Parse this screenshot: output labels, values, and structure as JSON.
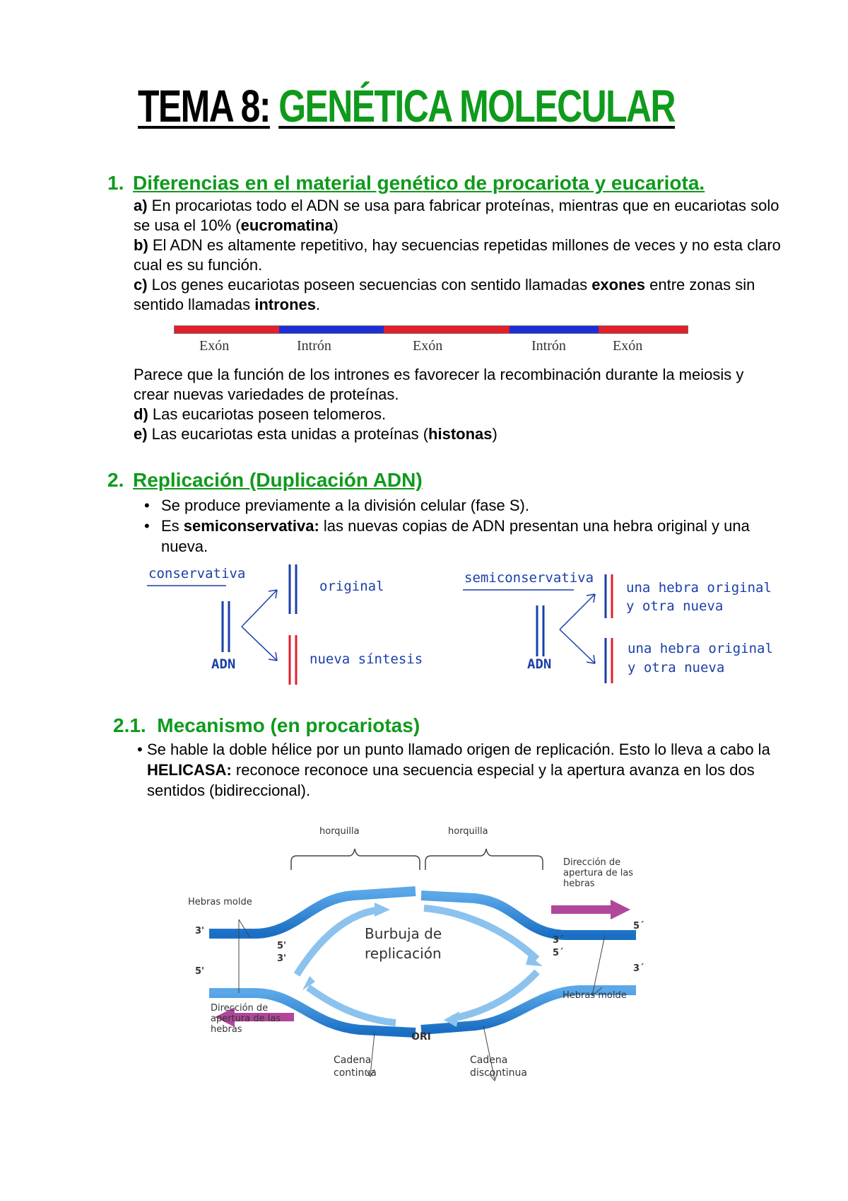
{
  "title": {
    "part1": "TEMA 8:",
    "part2": "GENÉTICA MOLECULAR"
  },
  "section1": {
    "number": "1.",
    "heading": "Diferencias en el material genético de procariota y eucariota.",
    "a_label": "a)",
    "a_text": " En procariotas todo el ADN se usa para fabricar proteínas, mientras que en eucariotas solo se usa el 10% (",
    "a_bold": "eucromatina",
    "a_end": ")",
    "b_label": "b)",
    "b_text": " El ADN es altamente repetitivo, hay secuencias repetidas millones de veces y no esta claro cual es su función.",
    "c_label": "c)",
    "c_text1": " Los genes eucariotas poseen secuencias con sentido llamadas ",
    "c_bold1": "exones",
    "c_text2": " entre zonas sin sentido llamadas ",
    "c_bold2": "intrones",
    "c_end": ".",
    "gene_segments": [
      {
        "label": "Exón",
        "color": "#e41e2b"
      },
      {
        "label": "Intrón",
        "color": "#1a2fd6"
      },
      {
        "label": "Exón",
        "color": "#e41e2b"
      },
      {
        "label": "Intrón",
        "color": "#1a2fd6"
      },
      {
        "label": "Exón",
        "color": "#e41e2b"
      }
    ],
    "intron_text": " Parece que la función de los intrones es favorecer la recombinación durante la meiosis y crear nuevas variedades de proteínas.",
    "d_label": "d)",
    "d_text": " Las eucariotas poseen telomeros.",
    "e_label": "e)",
    "e_text1": " Las eucariotas esta unidas a proteínas (",
    "e_bold": "histonas",
    "e_end": ")"
  },
  "section2": {
    "number": "2.",
    "heading": "Replicación (Duplicación ADN)",
    "bullet1": "Se produce previamente a la división celular (fase S).",
    "bullet2_text1": "Es ",
    "bullet2_bold": "semiconservativa:",
    "bullet2_text2": " las nuevas copias de ADN presentan una hebra original y una nueva.",
    "fig_left": {
      "title": "conservativa",
      "dna": "ADN",
      "top": "original",
      "bottom": "nueva síntesis"
    },
    "fig_right": {
      "title": "semiconservativa",
      "dna": "ADN",
      "top_line1": "una hebra original",
      "top_line2": "y otra nueva",
      "bottom_line1": "una hebra original",
      "bottom_line2": "y otra nueva"
    }
  },
  "section21": {
    "number": "2.1.",
    "heading": "Mecanismo (en procariotas)",
    "bullet_text1": "Se hable la doble hélice por un punto llamado origen de replicación. Esto lo lleva a cabo la ",
    "bullet_bold": "HELICASA:",
    "bullet_text2": " reconoce reconoce una secuencia especial y la apertura avanza en los dos sentidos (bidireccional).",
    "diagram": {
      "horquilla_left": "horquilla",
      "horquilla_right": "horquilla",
      "hebras_molde_left": "Hebras molde",
      "hebras_molde_right": "Hebras molde",
      "direccion_right": [
        "Dirección de",
        "apertura de las",
        "hebras"
      ],
      "direccion_left": [
        "Dirección de",
        "apertura de las",
        "hebras"
      ],
      "bubble_line1": "Burbuja de",
      "bubble_line2": "replicación",
      "ori": "ORI",
      "cadena_continua": [
        "Cadena",
        "continua"
      ],
      "cadena_discontinua": [
        "Cadena",
        "discontinua"
      ],
      "end_3_left_top": "3'",
      "end_5_left_bottom": "5'",
      "end_5_inner": "5'",
      "end_3_inner": "3'",
      "end_5_right_top": "5´",
      "end_3_right_bottom": "3´",
      "end_3_right_inner": "3´",
      "end_5_right_inner": "5´"
    }
  }
}
